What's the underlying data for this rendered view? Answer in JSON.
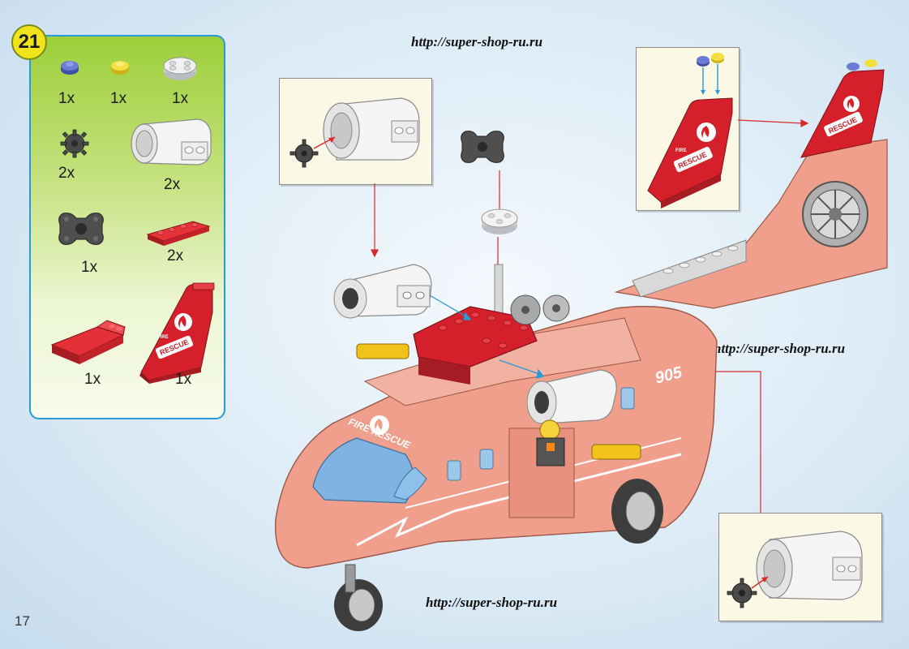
{
  "step": {
    "number": "21"
  },
  "page_number": "17",
  "watermark_urls": [
    "http://super-shop-ru.ru",
    "http://super-shop-ru.ru",
    "http://super-shop-ru.ru"
  ],
  "parts": [
    {
      "icon": "blue-round-plate-1x1-icon",
      "quantity": "1x"
    },
    {
      "icon": "yellow-round-plate-1x1-icon",
      "quantity": "1x"
    },
    {
      "icon": "white-round-plate-2x2-icon",
      "quantity": "1x"
    },
    {
      "icon": "black-gear-icon",
      "quantity": "2x"
    },
    {
      "icon": "white-engine-cylinder-icon",
      "quantity": "2x"
    },
    {
      "icon": "black-rotor-hub-plate-icon",
      "quantity": "1x"
    },
    {
      "icon": "red-plate-1x4-icon",
      "quantity": "2x"
    },
    {
      "icon": "red-slope-brick-icon",
      "quantity": "1x"
    },
    {
      "icon": "red-tail-fin-icon",
      "quantity": "1x"
    }
  ],
  "decals": {
    "fire": "FIRE",
    "rescue": "RESCUE",
    "fire_rescue": "FIRE RESCUE",
    "tail_number": "905"
  },
  "colors": {
    "panel_border": "#2a9ad6",
    "badge": "#f0e51a",
    "helicopter": "#ef9f8c",
    "brick_red": "#d01f2a",
    "inset_bg": "#fbf8e6",
    "arrow": "#d82b2b"
  }
}
